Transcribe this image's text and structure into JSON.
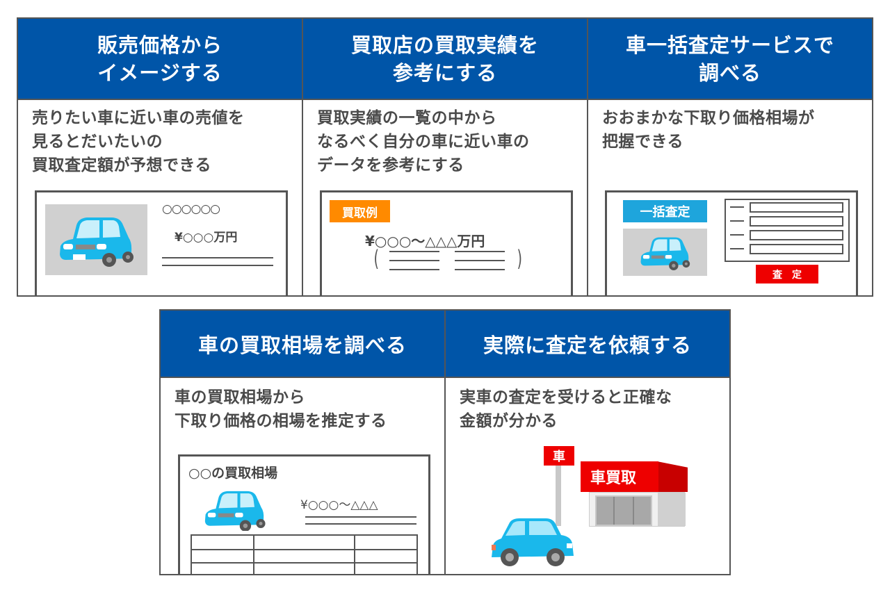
{
  "colors": {
    "header_bg": "#0055a8",
    "border": "#555555",
    "car_blue": "#1ab8eb",
    "tag_orange": "#ff8a00",
    "tag_cyan": "#1ea5dc",
    "red": "#ee0000",
    "gray_box": "#d0d0d0"
  },
  "row1": [
    {
      "title": "販売価格から\nイメージする",
      "description": "売りたい車に近い車の売値を\n見るとだいたいの\n買取査定額が予想できる",
      "illustration": {
        "name_placeholder": "○○○○○○",
        "price": "¥○○○万円",
        "icon": "car-icon"
      }
    },
    {
      "title": "買取店の買取実績を\n参考にする",
      "description": "買取実績の一覧の中から\nなるべく自分の車に近い車の\nデータを参考にする",
      "illustration": {
        "tag": "買取例",
        "price_range": "¥○○○〜△△△万円",
        "paren_open": "(",
        "paren_close": ")"
      }
    },
    {
      "title": "車一括査定サービスで\n調べる",
      "description": "おおまかな下取り価格相場が\n把握できる",
      "illustration": {
        "tag": "一括査定",
        "form_dash": "—",
        "form_rows": 4,
        "button": "査　定",
        "icon": "car-icon"
      }
    }
  ],
  "row2": [
    {
      "title": "車の買取相場を調べる",
      "description": "車の買取相場から\n下取り価格の相場を推定する",
      "illustration": {
        "heading": "○○の買取相場",
        "price_range": "¥○○○〜△△△",
        "icon": "car-icon"
      }
    },
    {
      "title": "実際に査定を依頼する",
      "description": "実車の査定を受けると正確な\n金額が分かる",
      "illustration": {
        "pole_sign": "車",
        "shop_sign": "車買取",
        "icon": "car-icon"
      }
    }
  ]
}
